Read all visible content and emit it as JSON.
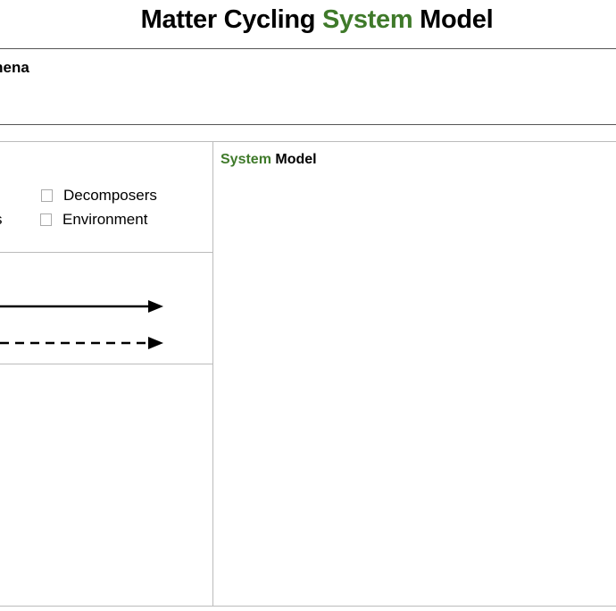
{
  "header": {
    "title_part1": "Matter Cycling ",
    "title_highlight": "System",
    "title_part2": " Model"
  },
  "phenomena": {
    "label": "omena"
  },
  "checklist": {
    "items": [
      {
        "label": "Decomposers",
        "checked": false
      },
      {
        "label": "Environment",
        "checked": false
      }
    ],
    "partial_left_label": "s"
  },
  "legend": {
    "arrows": [
      {
        "style": "solid"
      },
      {
        "style": "dashed"
      }
    ]
  },
  "system_model": {
    "label_highlight": "System",
    "label_rest": " Model"
  },
  "colors": {
    "accent": "#3f7a2a",
    "rule": "#555555",
    "border": "#bbbbbb"
  }
}
